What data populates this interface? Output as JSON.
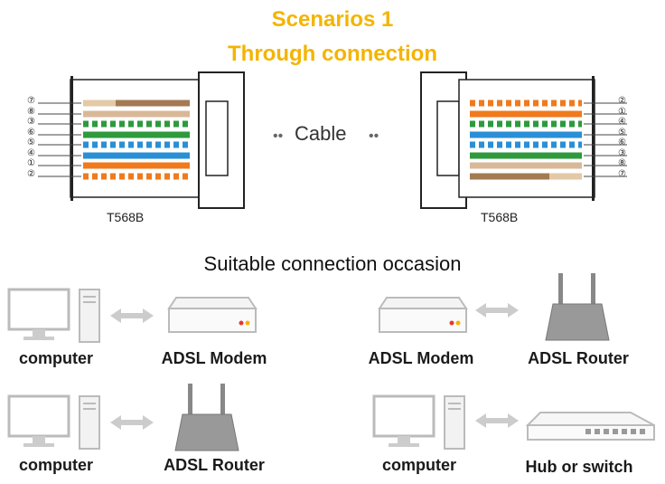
{
  "header": {
    "title": "Scenarios 1",
    "subtitle": "Through connection"
  },
  "cable": {
    "label": "Cable",
    "left_standard": "T568B",
    "right_standard": "T568B",
    "left_pin_order": [
      "⑦",
      "⑧",
      "③",
      "⑥",
      "⑤",
      "④",
      "①",
      "②"
    ],
    "right_pin_order": [
      "②",
      "①",
      "④",
      "⑤",
      "⑥",
      "③",
      "⑧",
      "⑦"
    ]
  },
  "section": {
    "title": "Suitable connection occasion"
  },
  "pairs": [
    {
      "left": "computer",
      "right": "ADSL Modem"
    },
    {
      "left": "ADSL Modem",
      "right": "ADSL Router"
    },
    {
      "left": "computer",
      "right": "ADSL Router"
    },
    {
      "left": "computer",
      "right": "Hub or switch"
    }
  ],
  "colors": {
    "title": "#f4b400",
    "orange": "#f07a1c",
    "green": "#2e9a3d",
    "blue": "#2a8fd6",
    "brown": "#a37a52"
  }
}
